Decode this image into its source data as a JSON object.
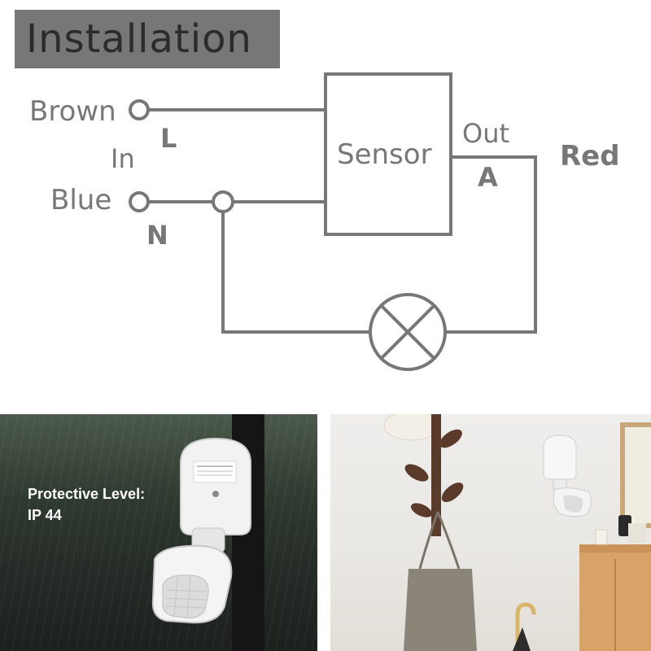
{
  "title": "Installation",
  "diagram": {
    "left_labels": {
      "brown": "Brown",
      "l": "L",
      "in": "In",
      "blue": "Blue",
      "n": "N"
    },
    "sensor_label": "Sensor",
    "out_label": "Out",
    "a_label": "A",
    "red_label": "Red"
  },
  "photo_left": {
    "caption_line1": "Protective Level:",
    "caption_line2": "IP 44"
  },
  "colors": {
    "line": "#777777",
    "title_bg": "#777777",
    "title_text": "#2b2b2b"
  }
}
